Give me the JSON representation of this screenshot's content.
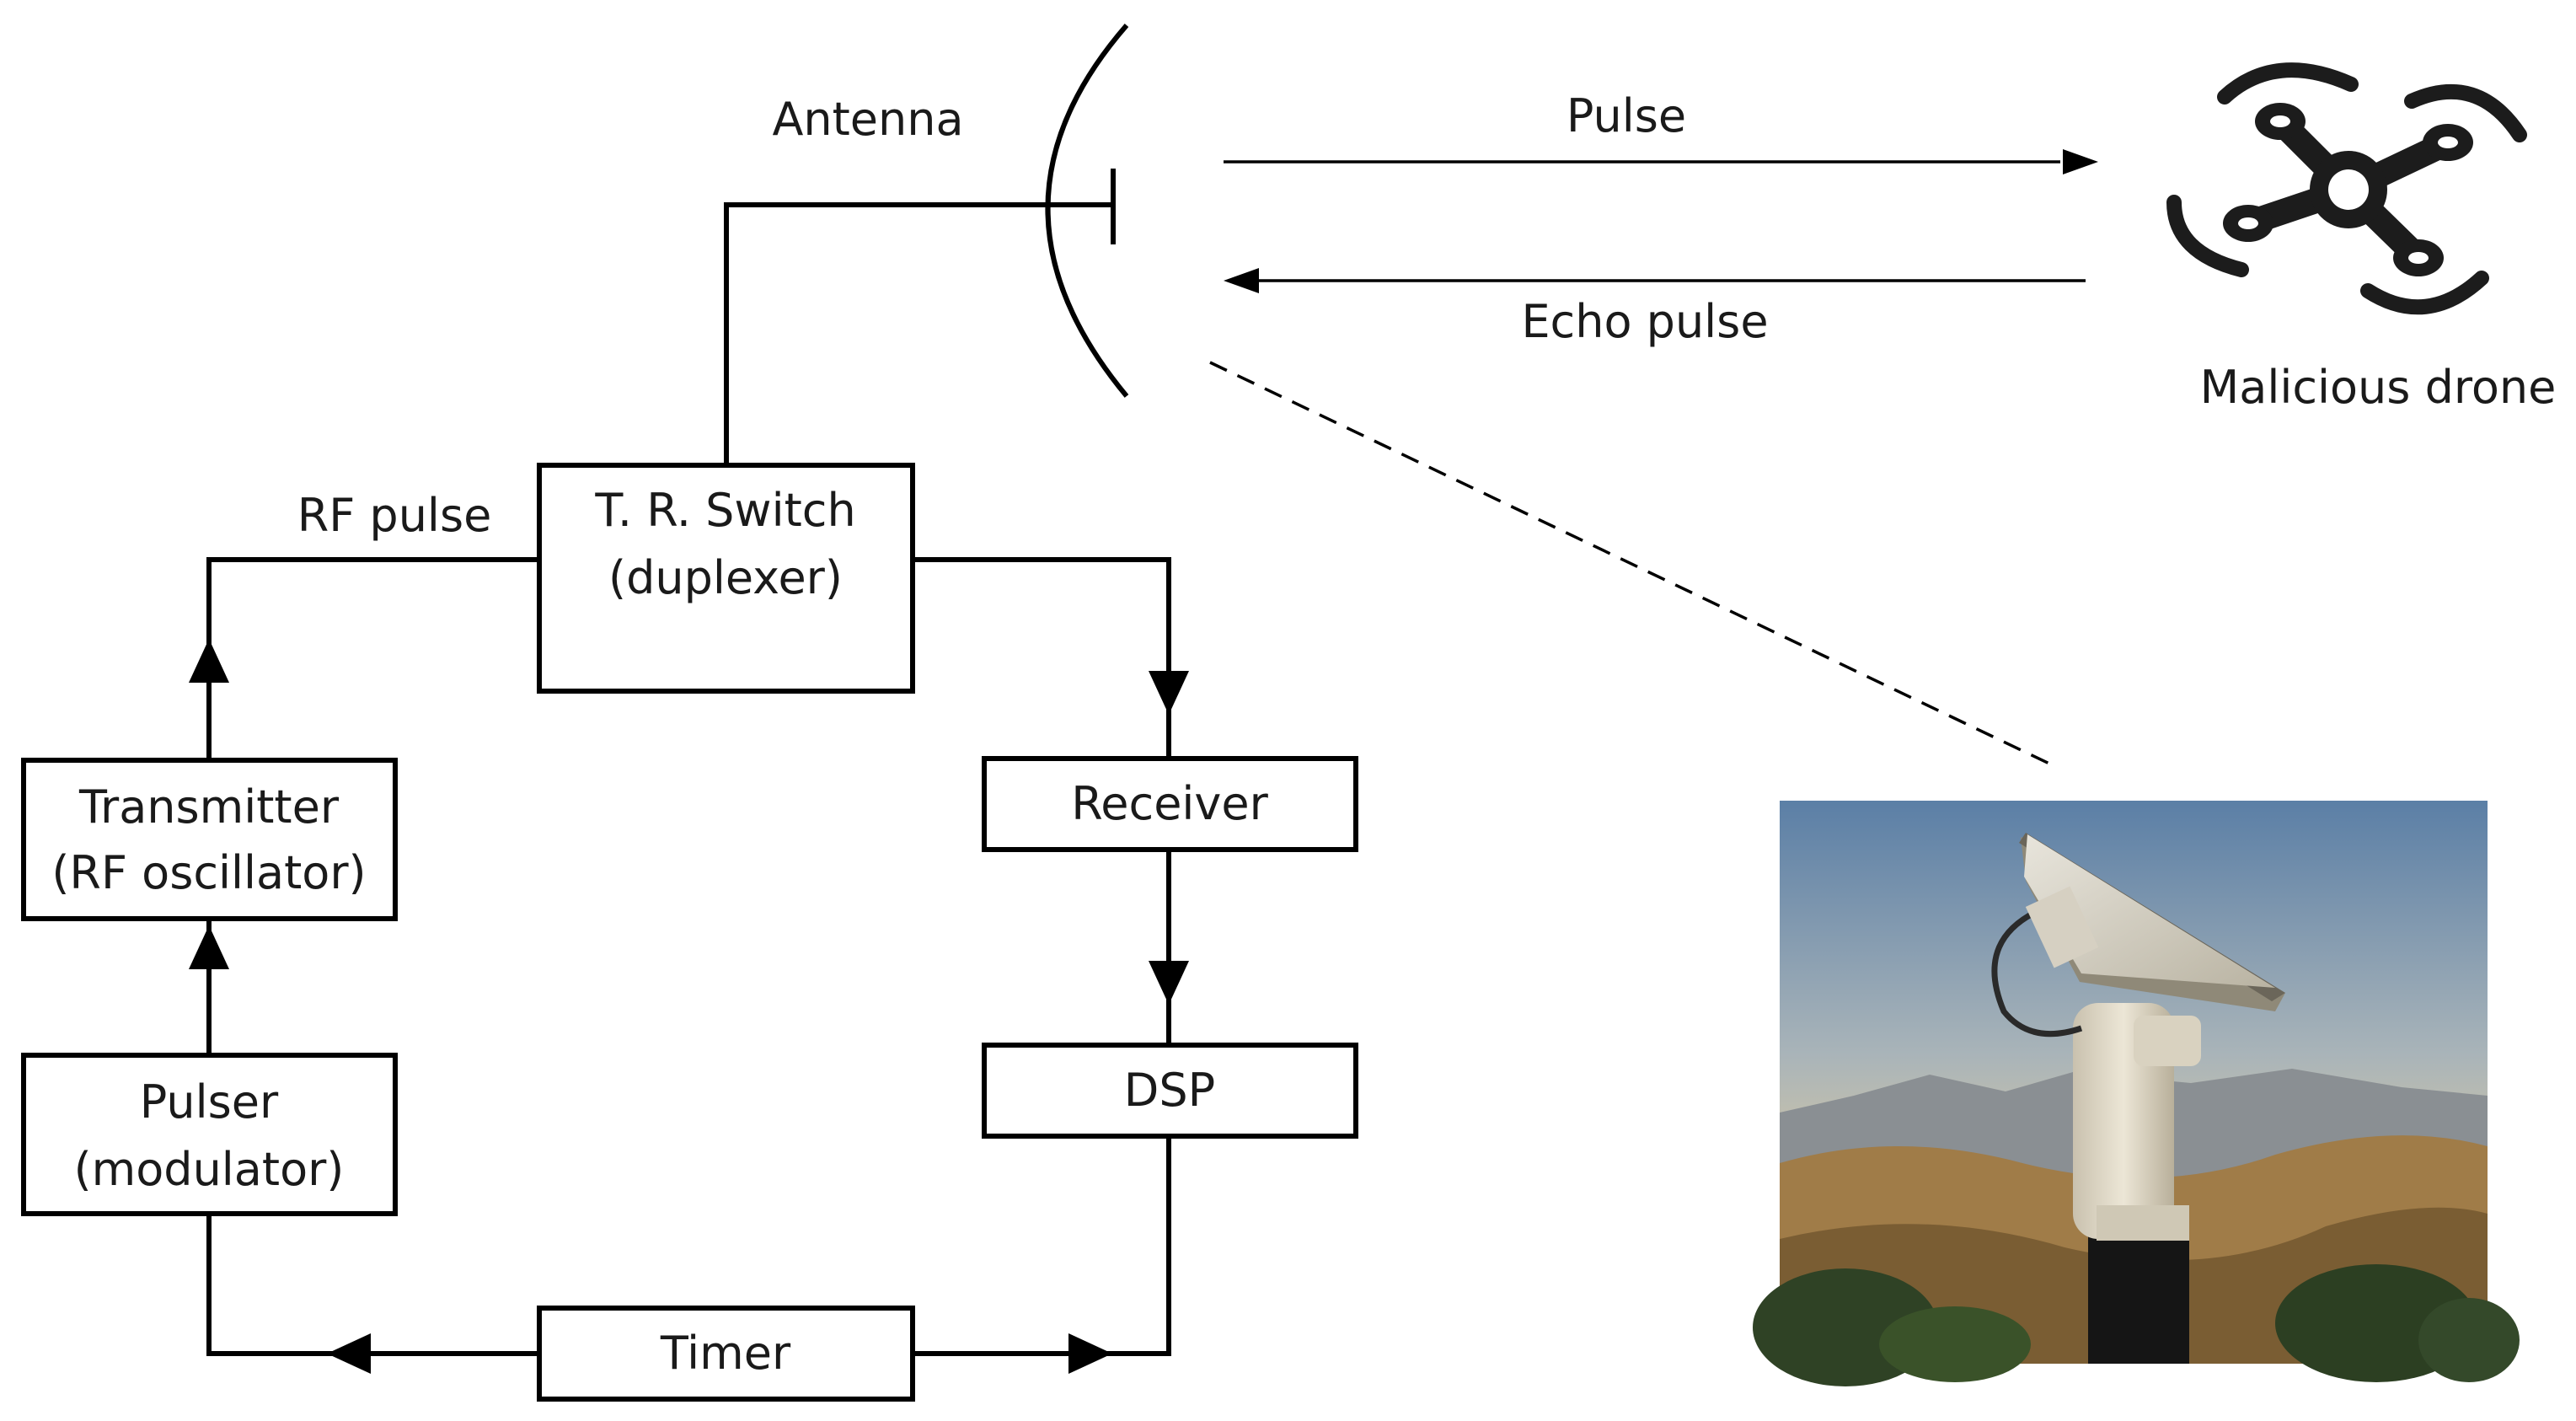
{
  "diagram": {
    "blocks": {
      "tr_switch": {
        "line1": "T. R. Switch",
        "line2": "(duplexer)"
      },
      "transmitter": {
        "line1": "Transmitter",
        "line2": "(RF oscillator)"
      },
      "pulser": {
        "line1": "Pulser",
        "line2": "(modulator)"
      },
      "receiver": {
        "label": "Receiver"
      },
      "dsp": {
        "label": "DSP"
      },
      "timer": {
        "label": "Timer"
      }
    },
    "labels": {
      "antenna": "Antenna",
      "rf_pulse": "RF pulse",
      "pulse": "Pulse",
      "echo_pulse": "Echo pulse",
      "malicious_drone": "Malicious drone"
    },
    "icons": {
      "drone": "quadcopter-drone-icon",
      "antenna": "parabolic-dish-antenna-icon",
      "photo": "radar-unit-photo"
    },
    "colors": {
      "line": "#000000",
      "text": "#1a1a1a",
      "background": "#ffffff"
    }
  }
}
